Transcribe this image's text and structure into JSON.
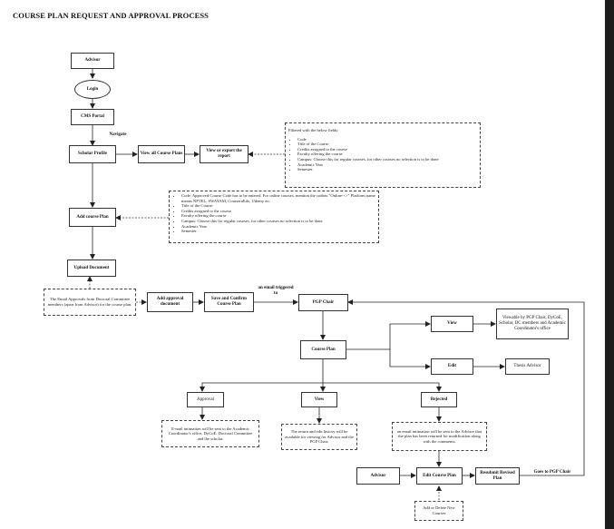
{
  "title": "COURSE PLAN REQUEST AND APPROVAL PROCESS",
  "nodes": {
    "advisor": "Advisor",
    "login": "Login",
    "cms_portal": "CMS Portal",
    "scholar_profile": "Scholar Profile",
    "view_all_course_plans": "View all Course Plans",
    "view_or_export_report": "View or export the report",
    "add_course_plan": "Add course Plan",
    "upload_document": "Upload Document",
    "email_approvals": "The Email Approvals from Doctoral Committee members (apart from Advisor) for the course plan.",
    "add_approval_document": "Add approval document",
    "save_and_confirm": "Save and Confirm Course Plan",
    "pgp_chair": "PGP Chair",
    "course_plan": "Course Plan",
    "view_right": "View",
    "viewable_by": "Viewable by PGP Chair, DyCoE, Scholar, DC members and Academic Coordinator's office",
    "edit_right": "Edit",
    "thesis_advisor": "Thesis Advisor",
    "approval": "Approval",
    "view_bottom": "View",
    "rejected": "Rejected",
    "approval_note": "E-mail intimation will be sent to the Academic Coordinator's office, DyCoE, Doctoral Committee and the scholar.",
    "view_note": "The return and edit history will be available for viewing for Advisor and the PGP Chair.",
    "rejected_note": "an email intimation will be sent to the Advisor that the plan has been returned for modification along with the comments.",
    "advisor_bottom": "Advisor",
    "edit_course_plan": "Edit Course Plan",
    "resubmit_revised_plan": "Resubmit Revised Plan",
    "add_or_delete_courses": "Add or Delete New Courses"
  },
  "labels": {
    "navigate": "Navigate",
    "email_triggered": "an email triggered to",
    "goes_to_pgp_chair": "Goes to PGP Chair"
  },
  "filter_note": {
    "heading": "Filtered with the below fields:",
    "items": [
      "Code",
      "Title of the Course",
      "Credits assigned to the course",
      "Faculty offering the course",
      "Campus: Choose this for regular courses, for other courses no selection is to be done",
      "Academic Year",
      "Semester"
    ]
  },
  "course_fields_note": {
    "items": [
      "Code: Approved Course Code has to be entered. For online courses, mention the codeas \"Online-<>\" Platform name means NPTEL, SWAYAM, CourseraEdx, Udemy etc",
      "Title of the Course",
      "Credits assigned to the course",
      "Faculty offering the course",
      "Campus: Choose this for regular courses, for other courses no selection is to be done",
      "Academic Year",
      "Semester"
    ]
  }
}
